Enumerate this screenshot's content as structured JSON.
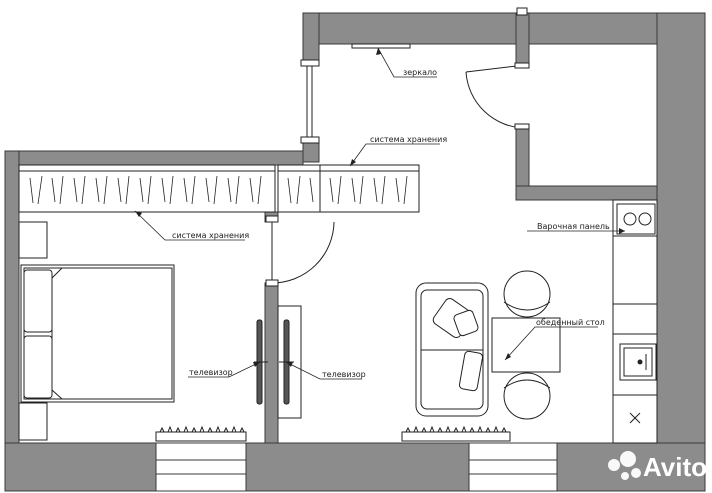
{
  "labels": {
    "mirror": "зеркало",
    "storage_top": "система хранения",
    "storage_bottom": "система хранения",
    "cooktop": "Варочная панель",
    "dining_table": "обеденный стол",
    "tv_left": "телевизор",
    "tv_right": "телевизор"
  },
  "watermark": {
    "text": "Avito",
    "icon": "avito-dots-icon"
  },
  "colors": {
    "wall": "#8c8c8c",
    "wall_outline": "#3a3a3a",
    "line": "#222222",
    "furniture_fill": "#f7f7f7",
    "watermark": "#ffffff"
  }
}
